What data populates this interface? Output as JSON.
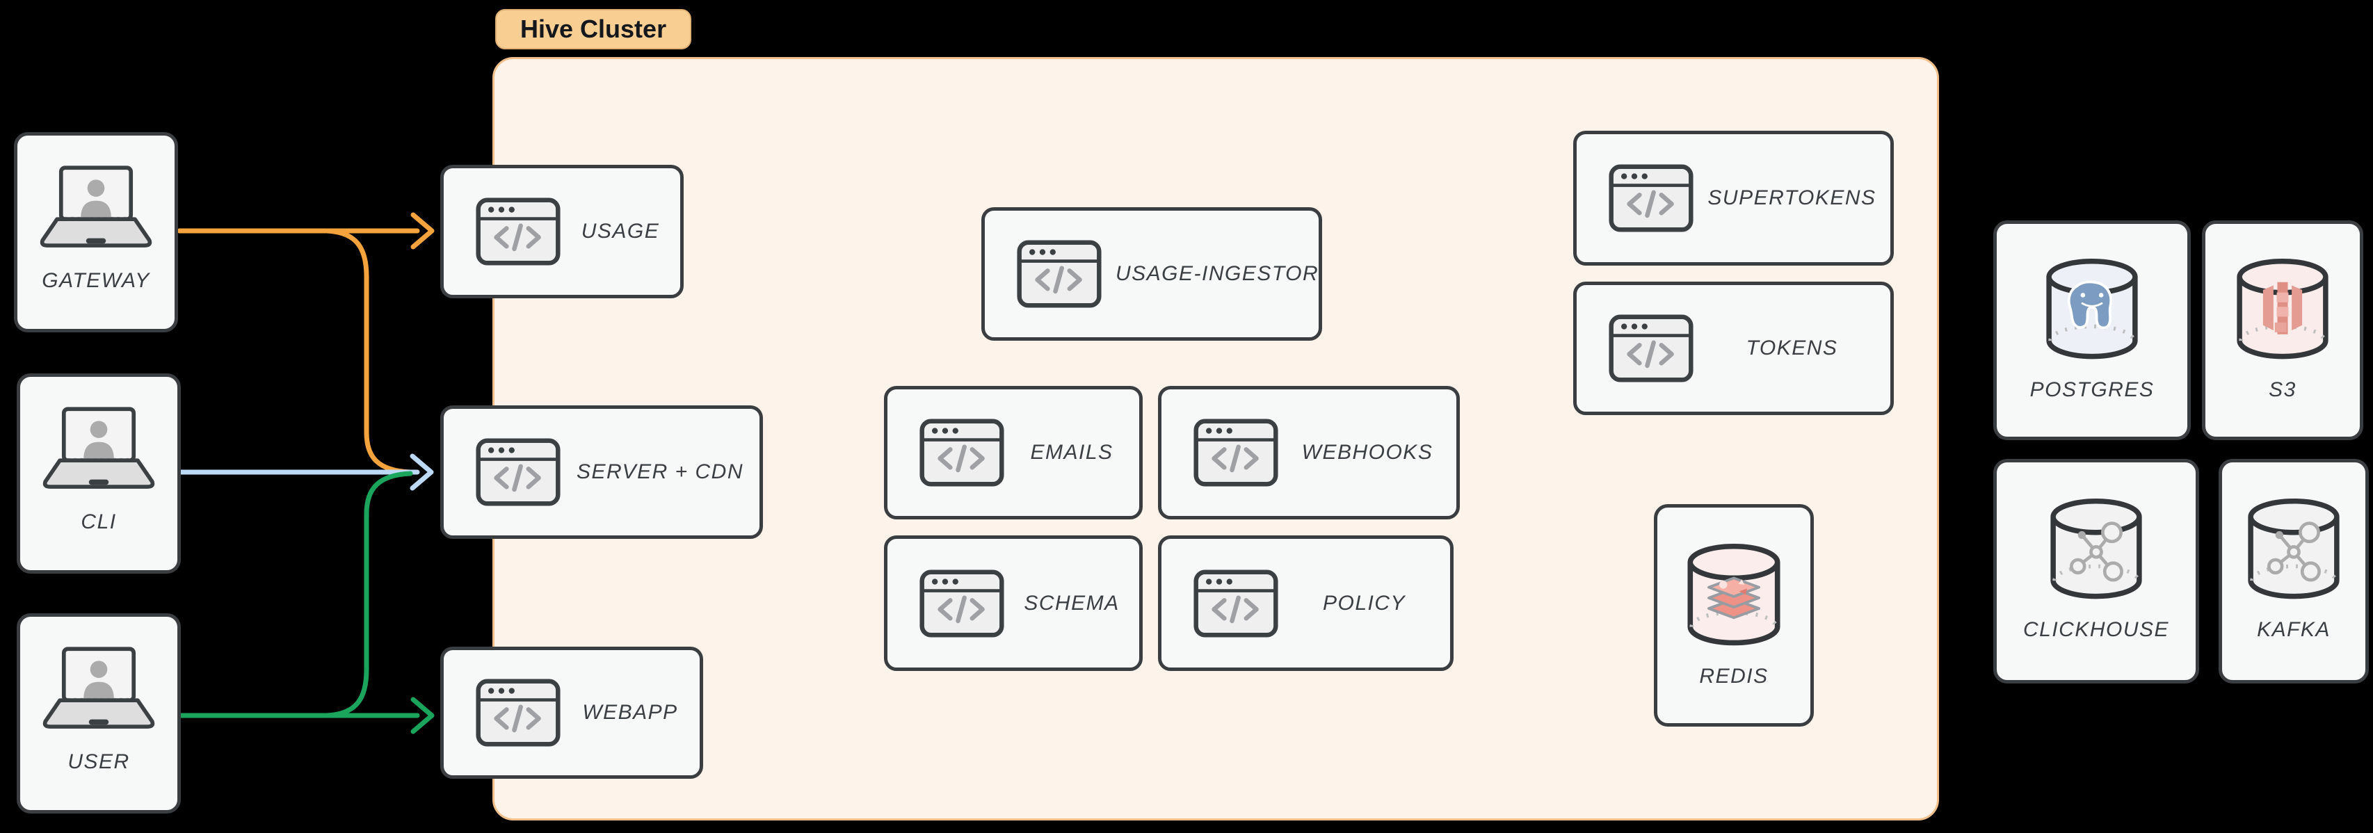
{
  "cluster": {
    "label": "Hive Cluster"
  },
  "clients": [
    {
      "id": "gateway",
      "label": "GATEWAY"
    },
    {
      "id": "cli",
      "label": "CLI"
    },
    {
      "id": "user",
      "label": "USER"
    }
  ],
  "services": [
    {
      "id": "usage",
      "label": "USAGE"
    },
    {
      "id": "server-cdn",
      "label": "SERVER + CDN"
    },
    {
      "id": "webapp",
      "label": "WEBAPP"
    },
    {
      "id": "usage-ingestor",
      "label": "USAGE-INGESTOR"
    },
    {
      "id": "emails",
      "label": "EMAILS"
    },
    {
      "id": "webhooks",
      "label": "WEBHOOKS"
    },
    {
      "id": "schema",
      "label": "SCHEMA"
    },
    {
      "id": "policy",
      "label": "POLICY"
    },
    {
      "id": "supertokens",
      "label": "SUPERTOKENS"
    },
    {
      "id": "tokens",
      "label": "TOKENS"
    }
  ],
  "datastores": [
    {
      "id": "redis",
      "label": "REDIS"
    },
    {
      "id": "postgres",
      "label": "POSTGRES"
    },
    {
      "id": "s3",
      "label": "S3"
    },
    {
      "id": "clickhouse",
      "label": "CLICKHOUSE"
    },
    {
      "id": "kafka",
      "label": "KAFKA"
    }
  ],
  "edges": [
    {
      "from": "GATEWAY",
      "to": "USAGE",
      "color": "#F5A33C"
    },
    {
      "from": "GATEWAY",
      "to": "SERVER + CDN",
      "color": "#F5A33C"
    },
    {
      "from": "CLI",
      "to": "SERVER + CDN",
      "color": "#BCD9F6"
    },
    {
      "from": "USER",
      "to": "SERVER + CDN",
      "color": "#1BA45C"
    },
    {
      "from": "USER",
      "to": "WEBAPP",
      "color": "#1BA45C"
    }
  ],
  "colors": {
    "orange_edge": "#F5A33C",
    "blue_edge": "#BCD9F6",
    "green_edge": "#1BA45C",
    "cluster_fill": "#FDF3EA",
    "cluster_border": "#F1BF89",
    "badge_fill": "#F8CE92",
    "node_fill": "#F7F8F8",
    "node_border": "#3A3E41",
    "redis_accent": "#EE9187",
    "postgres_accent": "#7C9DC1",
    "s3_accent": "#E08F85",
    "graph_icon_gray": "#ABABAB"
  }
}
